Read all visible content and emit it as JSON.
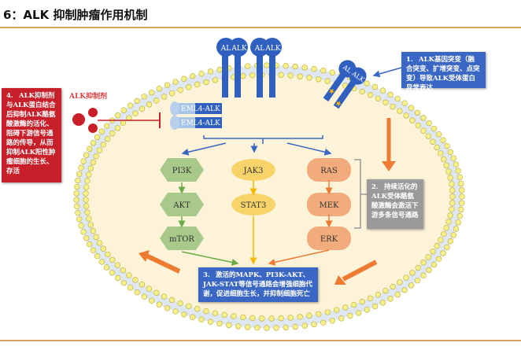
{
  "title": "6：ALK 抑制肿瘤作用机制",
  "receptors": [
    "AL",
    "ALK",
    "AL",
    "ALK"
  ],
  "mutant_receptor": [
    "AL",
    "ALK"
  ],
  "inhibitor_label": "ALK抑制剂",
  "fusion_proteins": [
    "EML4-ALK",
    "EML4-ALK"
  ],
  "pathways": {
    "pi3k": [
      "PI3K",
      "AKT",
      "mTOR"
    ],
    "jak": [
      "JAK3",
      "STAT3"
    ],
    "mapk": [
      "RAS",
      "MEK",
      "ERK"
    ]
  },
  "notes": {
    "n1": {
      "num": "1.",
      "text": "ALK基因突变（融合突变、扩增突变、点突变）导致ALK受体蛋白异常表达"
    },
    "n2": {
      "num": "2.",
      "text": "持续活化的ALK受体酪氨酸激酶会激活下游多条信号通路"
    },
    "n3": {
      "num": "3.",
      "text": "激活的MAPK、PI3K-AKT、JAK-STAT等信号通路会增强细胞代谢，促进细胞生长，并抑制细胞死亡"
    },
    "n4": {
      "num": "4.",
      "text": "ALK抑制剂与ALK蛋白结合后抑制ALK酪氨酸激酶的活化、阻碍下游信号通路的传导，从而抑制ALK阳性肿瘤细胞的生长、存活"
    }
  },
  "colors": {
    "accent_line": "#d9a05b",
    "receptor": "#2f5fbf",
    "inhibitor": "#c8202a",
    "pi3k": "#a9c98a",
    "jak": "#f7d36a",
    "mapk": "#f2ab7b",
    "cytoplasm": "#fdf3d8"
  }
}
